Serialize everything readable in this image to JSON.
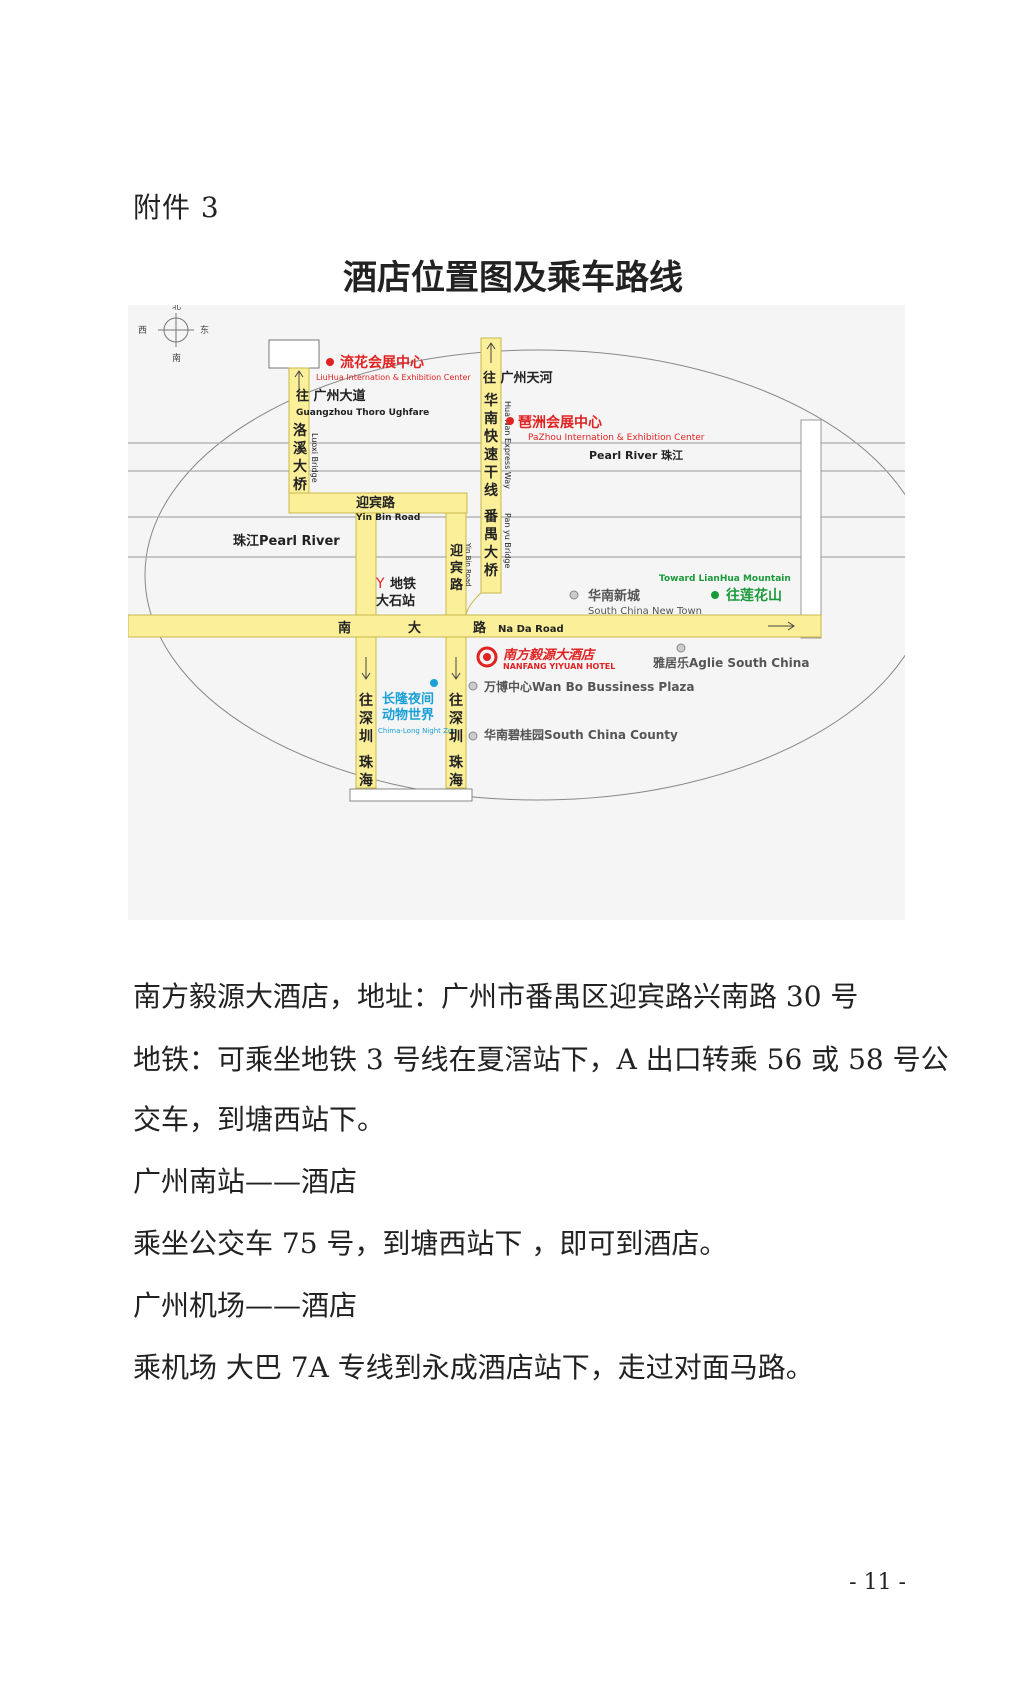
{
  "header": {
    "attachment": "附件 3"
  },
  "title": "酒店位置图及乘车路线",
  "map": {
    "compass": {
      "north": "北",
      "south": "南",
      "east": "东",
      "west": "西"
    },
    "labels": {
      "liuhua_cn": "流花会展中心",
      "liuhua_en": "LiuHua Internation & Exhibition Center",
      "to_gz_ave_cn": "往 广州大道",
      "to_gz_ave_en": "Guangzhou Thoro Ughfare",
      "luoxi_cn": [
        "洛",
        "溪",
        "大",
        "桥"
      ],
      "luoxi_en": "Luoxi Bridge",
      "to_tianhe": "往 广州天河",
      "huanan_cn": [
        "华",
        "南",
        "快",
        "速",
        "干",
        "线"
      ],
      "huanan_en": "Hua Nan Express Way",
      "pazhou_cn": "琶洲会展中心",
      "pazhou_en": "PaZhou Internation & Exhibition Center",
      "pearl_right": "Pearl River  珠江",
      "yinbin_cn": "迎宾路",
      "yinbin_en": "Yin Bin Road",
      "panyu_cn": [
        "番",
        "禺",
        "大",
        "桥"
      ],
      "panyu_en": "Pan yu Bridge",
      "pearl_left": "珠江Pearl River",
      "yinbin_v_cn": [
        "迎",
        "宾",
        "路"
      ],
      "yinbin_v_en": "Yin Bin Road",
      "metro_1": "地铁",
      "metro_2": "大石站",
      "toward_lianhua_en": "Toward LianHua Mountain",
      "toward_lianhua_cn": "往莲花山",
      "south_china_new_town_cn": "华南新城",
      "south_china_new_town_en": "South China New Town",
      "nanda_1": "南",
      "nanda_2": "大",
      "nanda_3": "路",
      "nanda_en": "Na Da Road",
      "hotel_cn": "南方毅源大酒店",
      "hotel_en": "NANFANG YIYUAN HOTEL",
      "yajule": "雅居乐Aglie South China",
      "wanbo": "万博中心Wan Bo Bussiness Plaza",
      "biguiyuan": "华南碧桂园South China County",
      "zoo_cn_1": "长隆夜间",
      "zoo_cn_2": "动物世界",
      "zoo_en": "Chima-Long Night Zoo",
      "to_sz_left": [
        "往",
        "深",
        "圳",
        "",
        "珠",
        "海"
      ],
      "to_sz_right": [
        "往",
        "深",
        "圳",
        "",
        "珠",
        "海"
      ]
    },
    "colors": {
      "road": "#fbef9a",
      "road_stroke": "#c9b94a",
      "red": "#e02222",
      "green": "#1a9a3a",
      "blue": "#1aa0d8",
      "text": "#222222"
    }
  },
  "paragraphs": [
    "南方毅源大酒店，地址：广州市番禺区迎宾路兴南路 30 号",
    "地铁：可乘坐地铁 3 号线在夏滘站下，A 出口转乘 56 或 58 号公",
    "交车，到塘西站下。",
    "广州南站——酒店",
    "乘坐公交车 75 号，到塘西站下     ，即可到酒店。",
    "广州机场——酒店",
    "乘机场 大巴 7A 专线到永成酒店站下，走过对面马路。"
  ],
  "page_number": "- 11 -"
}
